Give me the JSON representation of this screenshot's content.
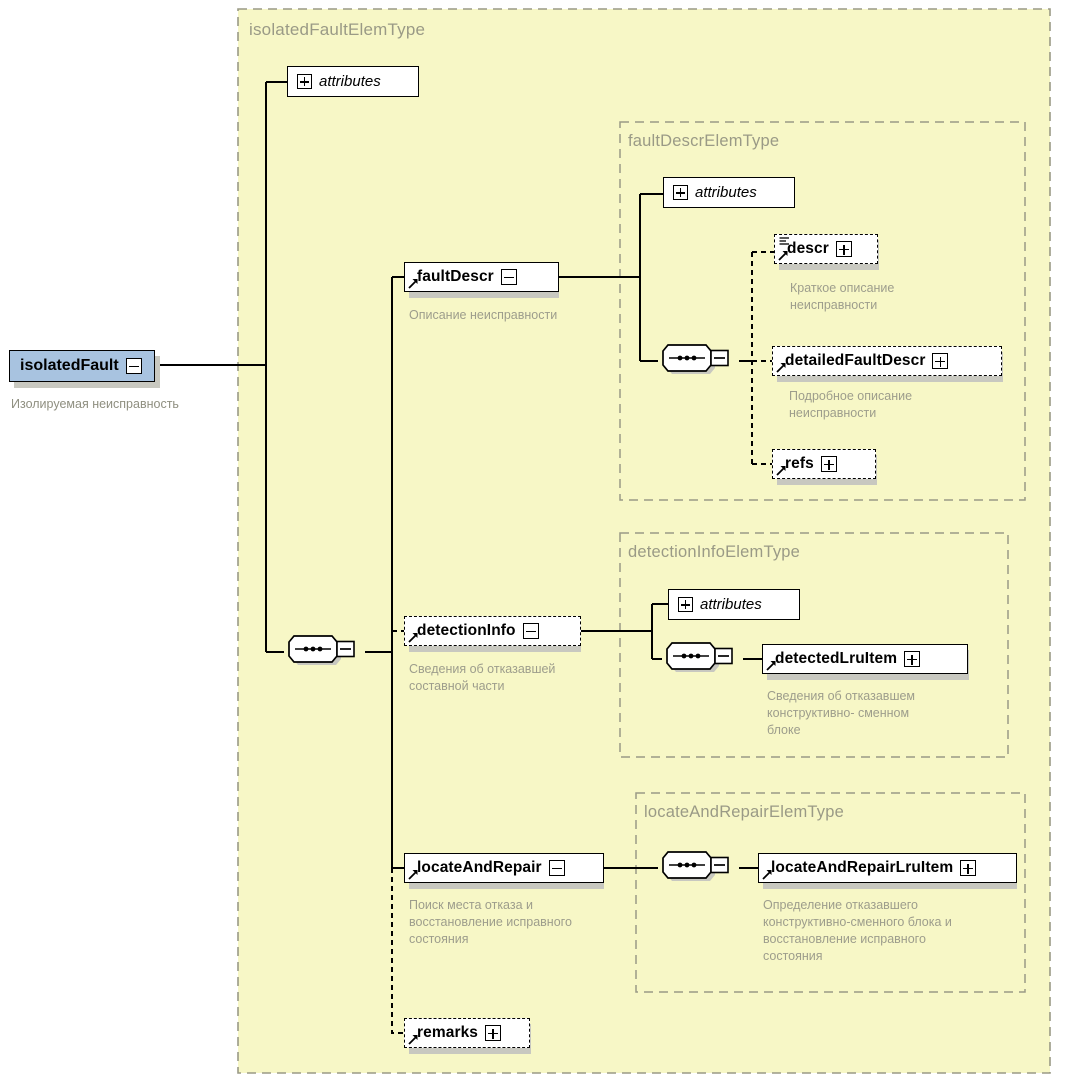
{
  "diagram": {
    "kind": "xml-schema-element-diagram",
    "root_type_label": "isolatedFaultElemType",
    "colors": {
      "type_background": "#f7f7c6",
      "root_node_fill": "#a8c3e0",
      "node_fill": "#ffffff",
      "group_label": "#9a9a86",
      "documentation_text": "#9d9d8c",
      "line": "#000000",
      "shadow": "#c8c8c0"
    }
  },
  "root": {
    "name": "isolatedFault",
    "documentation": "Изолируемая неисправность",
    "expander": "minus"
  },
  "type_groups": [
    {
      "id": "fault_descr",
      "label": "faultDescrElemType"
    },
    {
      "id": "detection_info",
      "label": "detectionInfoElemType"
    },
    {
      "id": "locate_repair",
      "label": "locateAndRepairElemType"
    }
  ],
  "attributes_boxes": [
    {
      "id": "attrs_root",
      "label": "attributes",
      "icon": "plus-box-icon"
    },
    {
      "id": "attrs_fault_descr",
      "label": "attributes",
      "icon": "plus-box-icon"
    },
    {
      "id": "attrs_detection_info",
      "label": "attributes",
      "icon": "plus-box-icon"
    }
  ],
  "nodes": {
    "fault_descr": {
      "name": "faultDescr",
      "documentation": "Описание неисправности",
      "optional": false,
      "expander": "minus"
    },
    "descr": {
      "name": "descr",
      "documentation": "Краткое описание\nнеисправности",
      "optional": true,
      "expander": "plus",
      "simple_content": true
    },
    "detailed_fault_descr": {
      "name": "detailedFaultDescr",
      "documentation": "Подробное описание\nнеисправности",
      "optional": true,
      "expander": "plus"
    },
    "refs": {
      "name": "refs",
      "documentation": "",
      "optional": true,
      "expander": "plus"
    },
    "detection_info": {
      "name": "detectionInfo",
      "documentation": "Сведения об отказавшей\nсоставной части",
      "optional": true,
      "expander": "minus"
    },
    "detected_lru_item": {
      "name": "detectedLruItem",
      "documentation": "Сведения об отказавшем\nконструктивно- сменном\nблоке",
      "optional": false,
      "expander": "plus"
    },
    "locate_and_repair": {
      "name": "locateAndRepair",
      "documentation": "Поиск места отказа и\nвосстановление исправного\nсостояния",
      "optional": false,
      "expander": "minus"
    },
    "locate_and_repair_lru_item": {
      "name": "locateAndRepairLruItem",
      "documentation": "Определение отказавшего\nконструктивно-сменного блока и\nвосстановление исправного\nсостояния",
      "optional": false,
      "expander": "plus"
    },
    "remarks": {
      "name": "remarks",
      "documentation": "",
      "optional": true,
      "expander": "plus"
    }
  },
  "sequence_connectors": [
    {
      "id": "seq_root",
      "icon": "sequence-icon",
      "expander": "minus"
    },
    {
      "id": "seq_fault_descr",
      "icon": "sequence-icon",
      "expander": "minus"
    },
    {
      "id": "seq_detection_info",
      "icon": "sequence-icon",
      "expander": "minus"
    },
    {
      "id": "seq_locate_repair",
      "icon": "sequence-icon",
      "expander": "minus"
    }
  ]
}
